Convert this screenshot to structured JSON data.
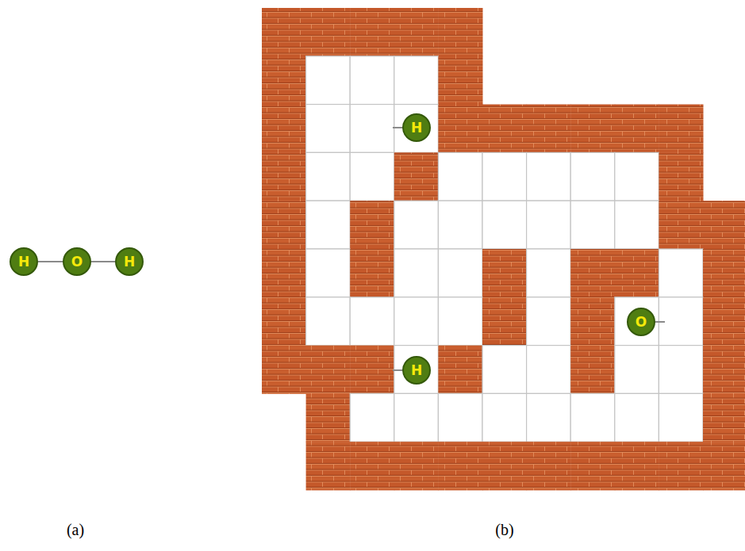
{
  "diagram": {
    "nodes": [
      {
        "text": [
          "H"
        ]
      },
      {
        "text": [
          "O"
        ]
      },
      {
        "text": [
          "H"
        ]
      },
      {
        "text": [
          "H"
        ]
      },
      {
        "text": [
          "O"
        ]
      },
      {
        "text": [
          "H"
        ]
      }
    ],
    "edges": [
      {
        "from": 0,
        "to": 1,
        "arrow": "none"
      },
      {
        "from": 1,
        "to": 2,
        "arrow": "none"
      }
    ],
    "labels": [
      "(a)",
      "(b)"
    ]
  }
}
